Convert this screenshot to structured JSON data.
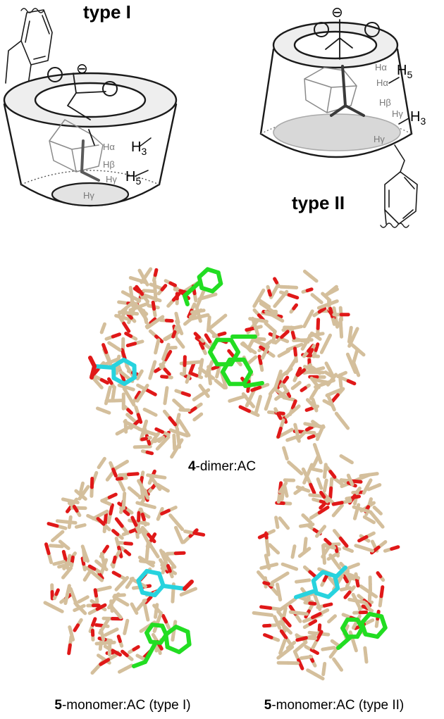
{
  "figure": {
    "schematics": {
      "type1": {
        "title": "type I",
        "charge": "⊖",
        "proton_labels": [
          "H",
          "H"
        ],
        "proton_subs": [
          "3",
          "5"
        ],
        "guest_labels": [
          "Hα",
          "Hβ",
          "Hγ",
          "Hγ"
        ]
      },
      "type2": {
        "title": "type II",
        "charge": "⊖",
        "proton_labels": [
          "H",
          "H"
        ],
        "proton_subs": [
          "5",
          "3"
        ],
        "guest_labels": [
          "Hα",
          "Hα",
          "Hβ",
          "Hγ",
          "Hγ"
        ]
      }
    },
    "models": [
      {
        "bold": "4",
        "rest": "-dimer:AC"
      },
      {
        "bold": "5",
        "rest": "-monomer:AC (type I)"
      },
      {
        "bold": "5",
        "rest": "-monomer:AC (type II)"
      }
    ],
    "colors": {
      "carbon": "#d4bf9c",
      "oxygen": "#e01818",
      "linker": "#22dd22",
      "guest": "#27d3de",
      "cavity_fill": "#eaeaea",
      "ink": "#1a1a1a"
    }
  }
}
